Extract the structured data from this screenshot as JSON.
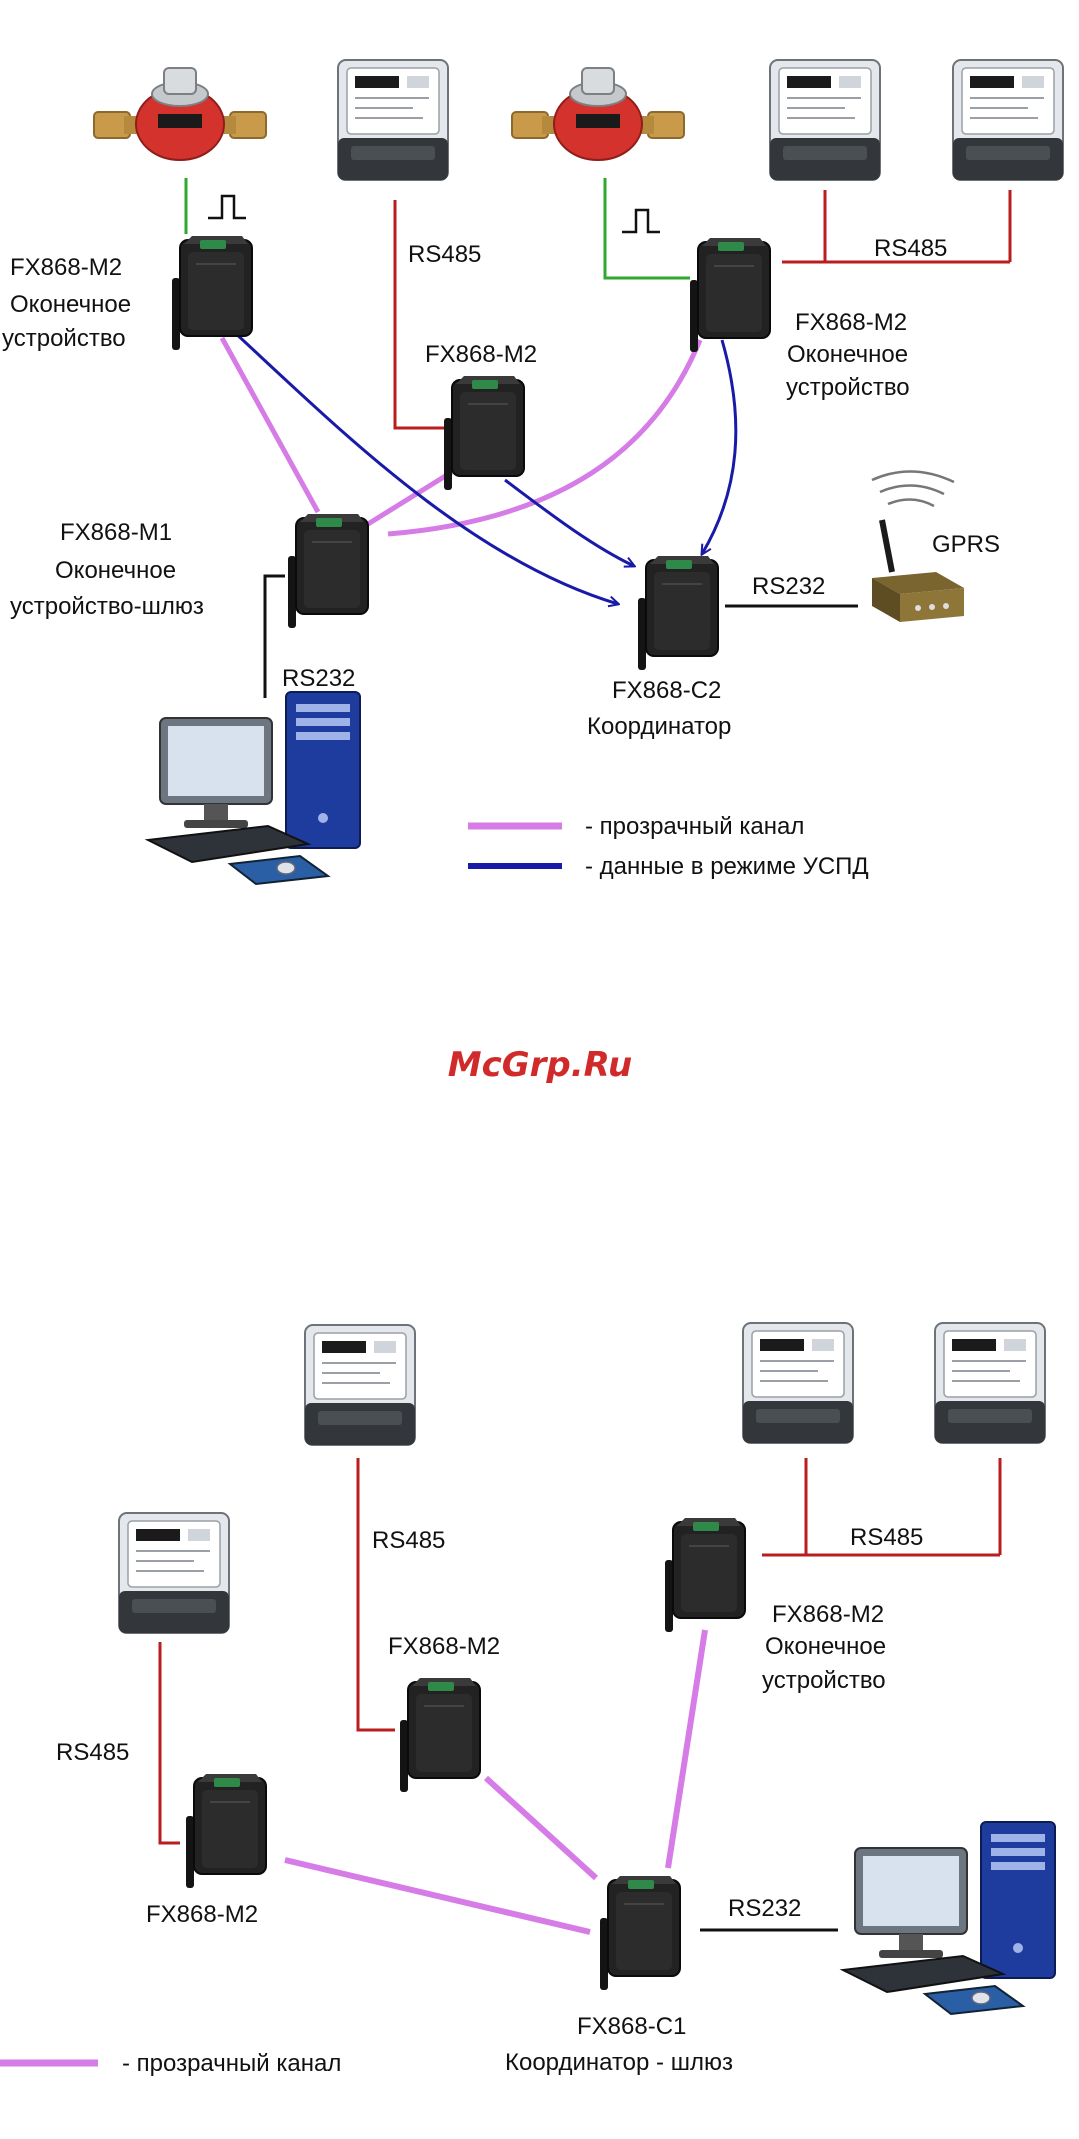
{
  "colors": {
    "transparent_channel": "#d67ce6",
    "uspd_data": "#1a1aa8",
    "rs485": "#b81e1e",
    "pulse": "#2ea82e",
    "rs232": "#111111",
    "watermark": "#d12a2a"
  },
  "icons": {
    "device": "wireless-module-icon",
    "meter": "electricity-meter-icon",
    "water": "water-meter-icon",
    "computer": "desktop-computer-icon",
    "gprs": "gprs-modem-icon",
    "pulse": "pulse-signal-icon"
  },
  "watermark": "McGrp.Ru",
  "diagram1": {
    "labels": {
      "left_end_name": "FX868-M2",
      "left_end_role_1": "Оконечное",
      "left_end_role_2": "устройство",
      "rs485_mid": "RS485",
      "mid_router": "FX868-M2",
      "rs485_right": "RS485",
      "right_end_name": "FX868-M2",
      "right_end_role_1": "Оконечное",
      "right_end_role_2": "устройство",
      "gateway_name": "FX868-M1",
      "gateway_role_1": "Оконечное",
      "gateway_role_2": "устройство-шлюз",
      "rs232_pc": "RS232",
      "rs232_gprs": "RS232",
      "gprs": "GPRS",
      "coord_name": "FX868-C2",
      "coord_role": "Координатор"
    },
    "legend": {
      "transparent": "- прозрачный канал",
      "uspd": "- данные в режиме УСПД"
    }
  },
  "diagram2": {
    "labels": {
      "rs485_left": "RS485",
      "left_router": "FX868-M2",
      "rs485_mid": "RS485",
      "mid_router": "FX868-M2",
      "rs485_right": "RS485",
      "right_end_name": "FX868-M2",
      "right_end_role_1": "Оконечное",
      "right_end_role_2": "устройство",
      "rs232": "RS232",
      "coord_name": "FX868-C1",
      "coord_role": "Координатор - шлюз"
    },
    "legend": {
      "transparent": "- прозрачный канал"
    }
  }
}
